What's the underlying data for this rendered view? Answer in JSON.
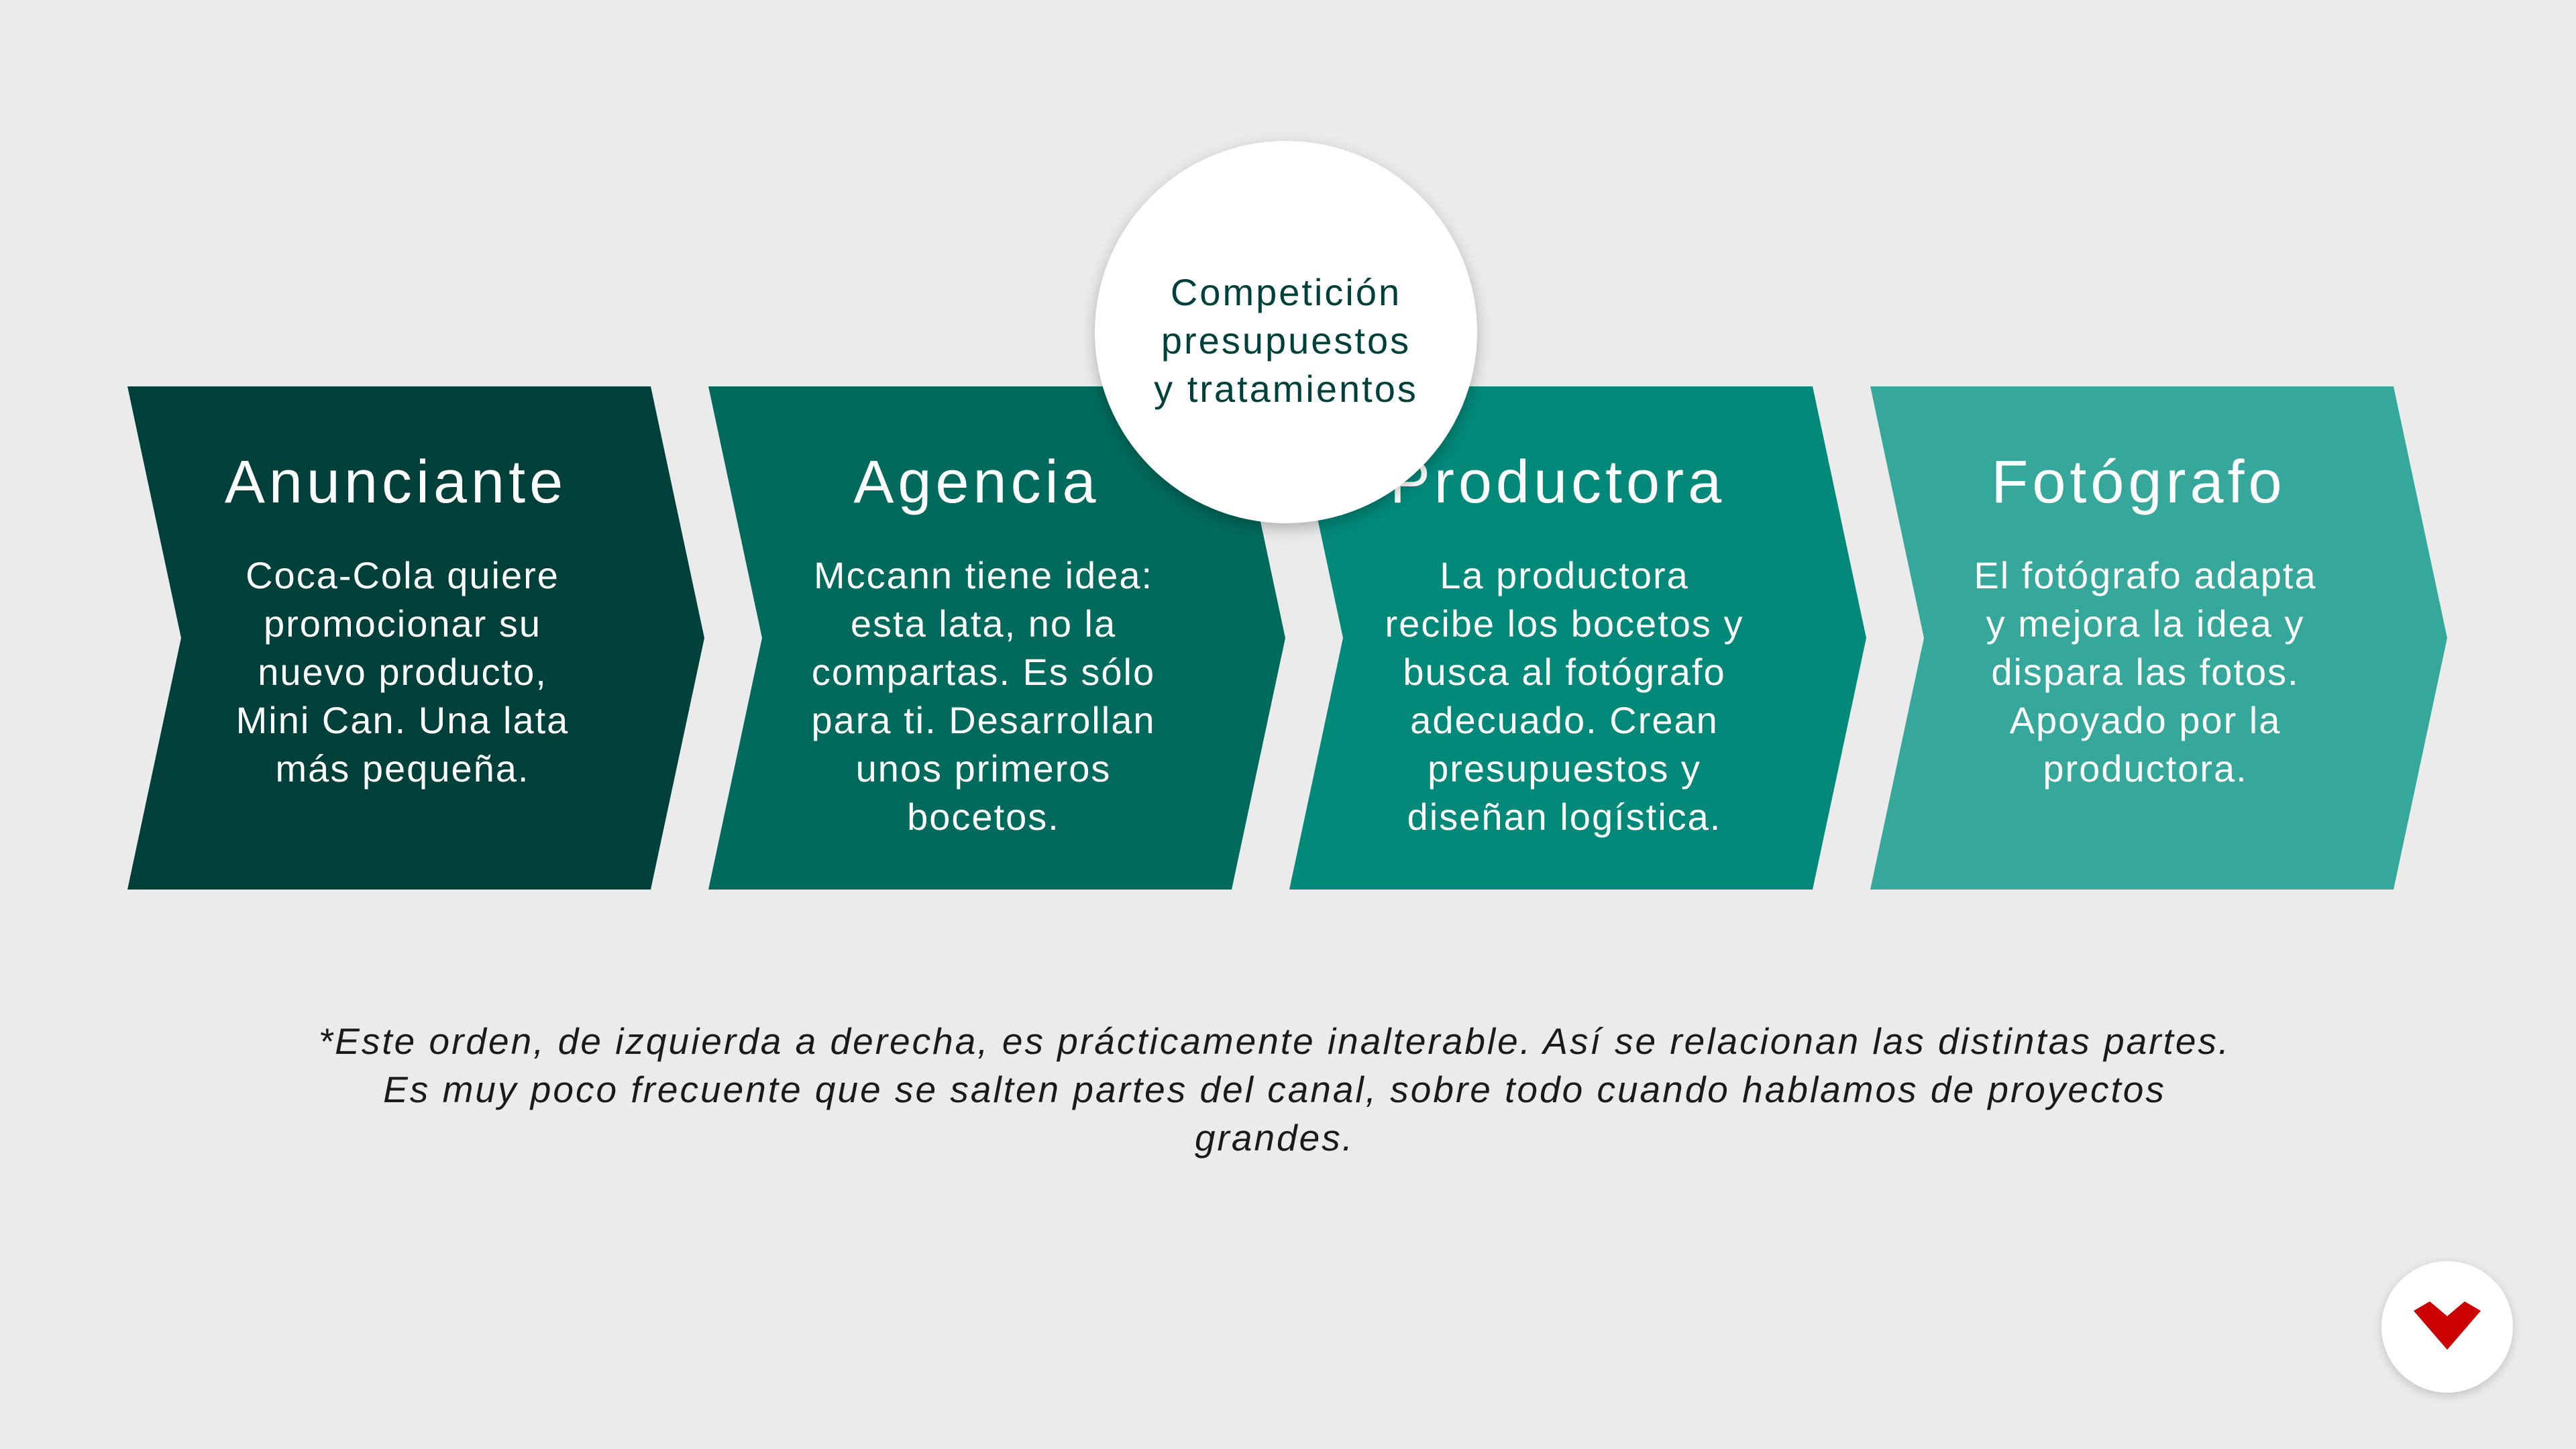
{
  "stages": [
    {
      "title": "Anunciante",
      "body": [
        "Coca-Cola quiere",
        "promocionar su",
        "nuevo producto,",
        "Mini Can. Una lata",
        "más pequeña."
      ],
      "color": "#00403a"
    },
    {
      "title": "Agencia",
      "body": [
        "Mccann tiene idea:",
        "esta lata, no la",
        "compartas. Es sólo",
        "para ti. Desarrollan",
        "unos primeros",
        "bocetos."
      ],
      "color": "#006b5c"
    },
    {
      "title": "Productora",
      "body": [
        "La productora",
        "recibe los bocetos y",
        "busca al fotógrafo",
        "adecuado. Crean",
        "presupuestos y",
        "diseñan logística."
      ],
      "color": "#02897a"
    },
    {
      "title": "Fotógrafo",
      "body": [
        "El fotógrafo adapta",
        "y mejora la idea y",
        "dispara las fotos.",
        "Apoyado por la",
        "productora."
      ],
      "color": "#36a89b"
    }
  ],
  "callout": {
    "lines": [
      "Competición",
      "presupuestos",
      "y tratamientos"
    ]
  },
  "footnote": {
    "lines": [
      "*Este orden, de izquierda a derecha, es prácticamente inalterable. Así se relacionan las distintas partes.",
      "Es muy poco frecuente que se salten partes del canal, sobre todo cuando hablamos de proyectos",
      "grandes."
    ]
  },
  "logo": {
    "icon": "brand-logo-icon",
    "color": "#cc0000"
  }
}
